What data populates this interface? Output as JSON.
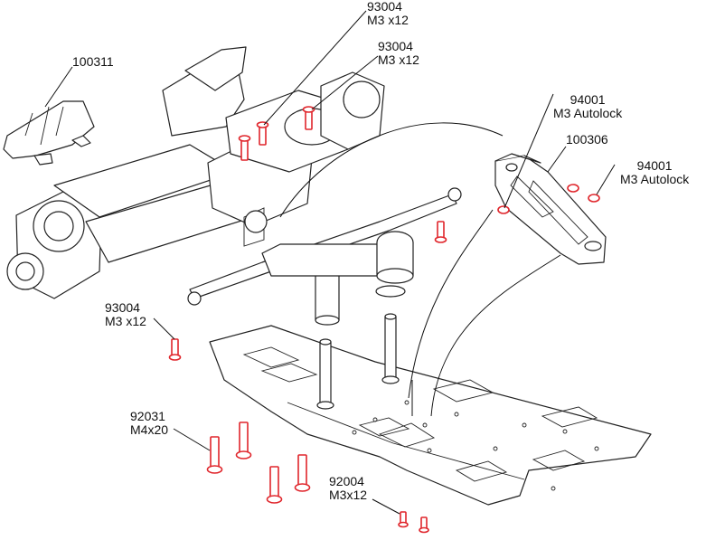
{
  "colors": {
    "hardware": "#e0252b",
    "line": "#111111",
    "background": "#ffffff"
  },
  "labels": {
    "body_mount": {
      "code": "100311"
    },
    "screw_top_1": {
      "code": "93004",
      "spec": "M3 x12"
    },
    "screw_top_2": {
      "code": "93004",
      "spec": "M3 x12"
    },
    "nut_upper": {
      "code": "94001",
      "spec": "M3 Autolock"
    },
    "brace": {
      "code": "100306"
    },
    "nut_right": {
      "code": "94001",
      "spec": "M3 Autolock"
    },
    "screw_left": {
      "code": "93004",
      "spec": "M3 x12"
    },
    "screw_m4": {
      "code": "92031",
      "spec": "M4x20"
    },
    "screw_small": {
      "code": "92004",
      "spec": "M3x12"
    }
  }
}
